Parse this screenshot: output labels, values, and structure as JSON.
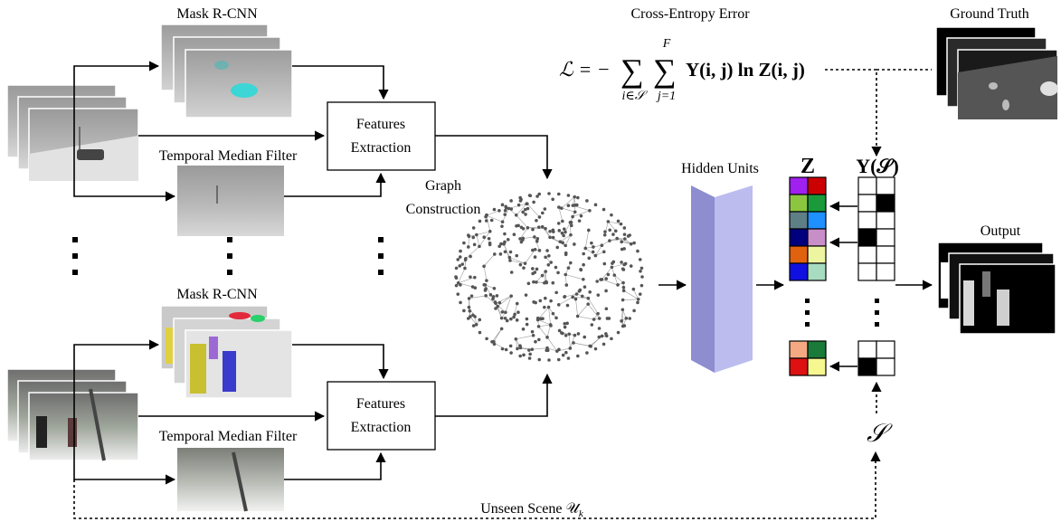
{
  "labels": {
    "mask_rcnn_top": "Mask R-CNN",
    "mask_rcnn_bottom": "Mask R-CNN",
    "tmf_top": "Temporal Median Filter",
    "tmf_bottom": "Temporal Median Filter",
    "features_top_1": "Features",
    "features_top_2": "Extraction",
    "features_bottom_1": "Features",
    "features_bottom_2": "Extraction",
    "graph_1": "Graph",
    "graph_2": "Construction",
    "cross_entropy": "Cross-Entropy Error",
    "ground_truth": "Ground Truth",
    "hidden_units": "Hidden Units",
    "output": "Output",
    "unseen_scene": "Unseen Scene 𝒰",
    "unseen_scene_sub": "k"
  },
  "equation": {
    "lhs": "ℒ = −",
    "sum1_sym": "∑",
    "sum1_sub": "i∈𝒮",
    "sum2_sym": "∑",
    "sum2_sub": "j=1",
    "sum2_sup": "F",
    "body": "Y(i, j) ln Z(i, j)"
  },
  "matrix": {
    "z_label": "Z",
    "y_label": "Y(𝒮)",
    "s_label": "𝒮",
    "z_rows_top": [
      [
        "#a020f0",
        "#cc0000"
      ],
      [
        "#8cc63f",
        "#1a9a3a"
      ],
      [
        "#5f7f87",
        "#1e90ff"
      ],
      [
        "#00007f",
        "#c88ec8"
      ],
      [
        "#e0620e",
        "#eef5a0"
      ],
      [
        "#1010e0",
        "#a8dcc0"
      ]
    ],
    "z_rows_bottom": [
      [
        "#f4a982",
        "#1a7a3a"
      ],
      [
        "#dd1111",
        "#f7f790"
      ]
    ],
    "y_rows_top": [
      [
        false,
        false
      ],
      [
        false,
        true
      ],
      [
        false,
        false
      ],
      [
        true,
        false
      ],
      [
        false,
        false
      ],
      [
        false,
        false
      ]
    ],
    "y_rows_bottom": [
      [
        false,
        false
      ],
      [
        true,
        false
      ]
    ]
  },
  "colors": {
    "hidden_units_front": "#bcbcee",
    "hidden_units_side": "#8d8dd0",
    "node": "#555555",
    "edge": "#9a9a9a"
  }
}
